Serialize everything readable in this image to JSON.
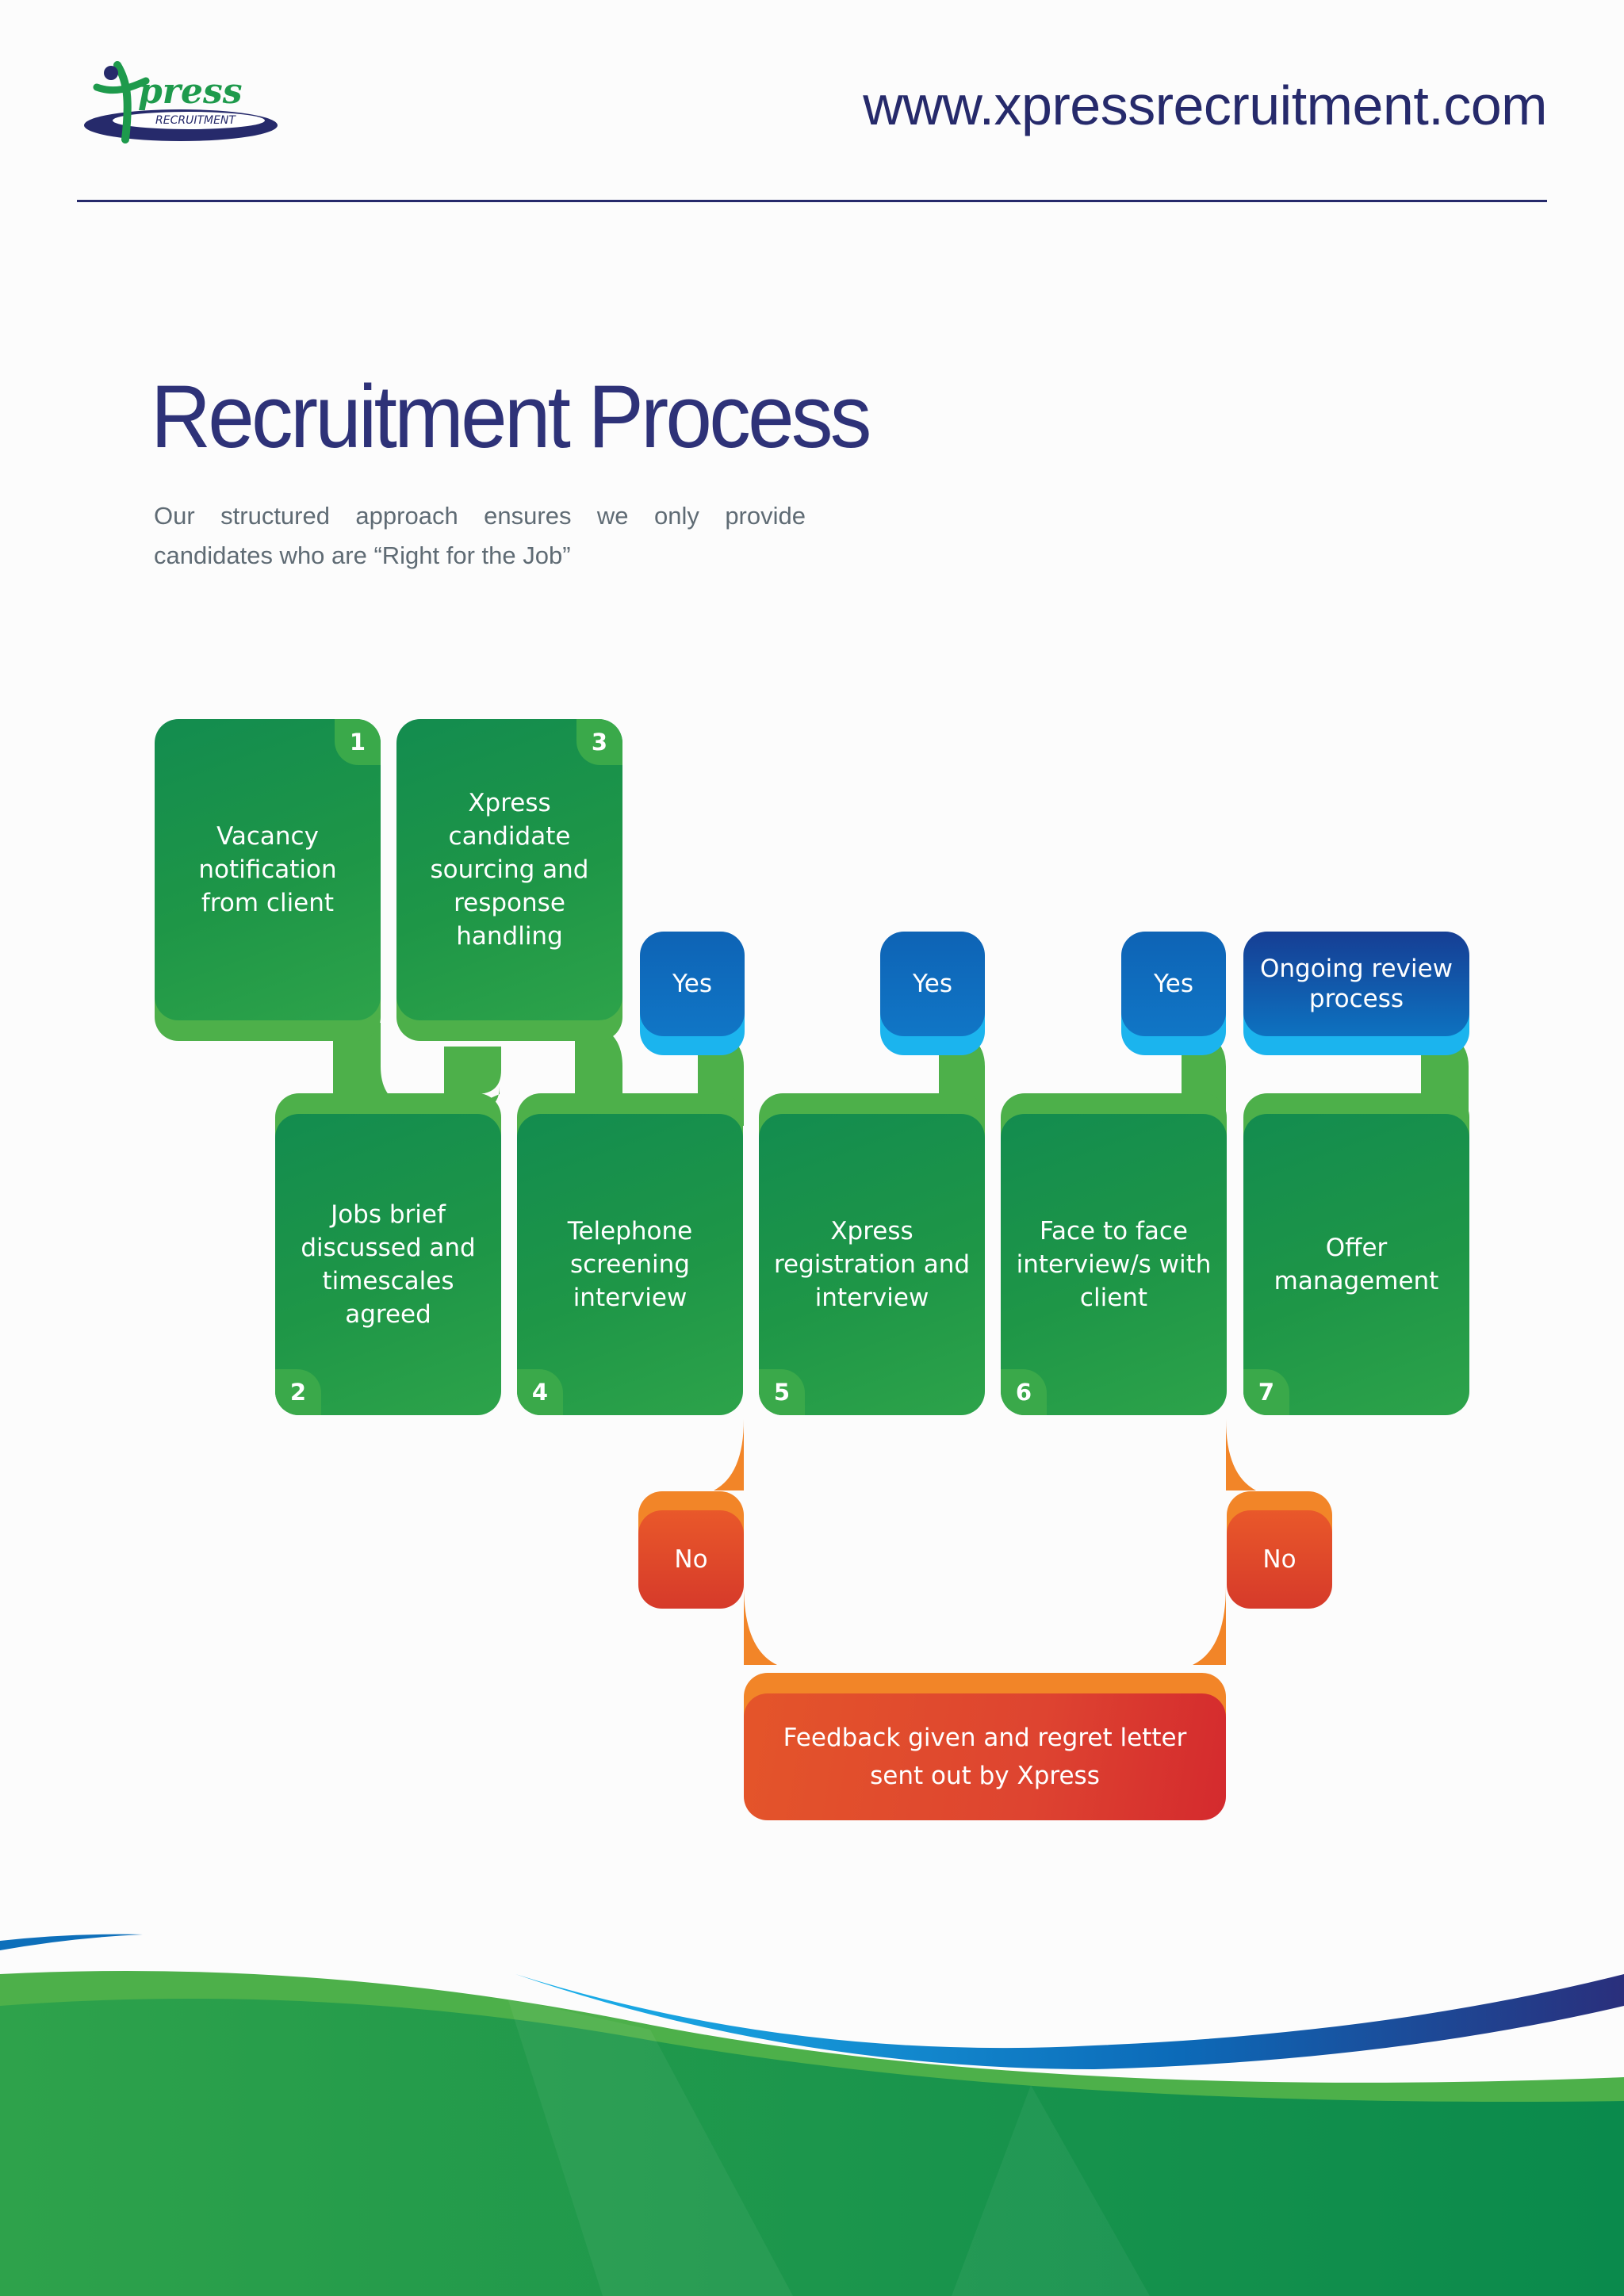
{
  "header": {
    "logo_text": "press",
    "logo_subtext": "RECRUITMENT",
    "website": "www.xpressrecruitment.com"
  },
  "title": "Recruitment Process",
  "intro": "Our structured approach ensures we only provide candidates who are “Right for the Job”",
  "steps": [
    {
      "num": "1",
      "label": "Vacancy notification from client"
    },
    {
      "num": "2",
      "label": "Jobs brief discussed and timescales agreed"
    },
    {
      "num": "3",
      "label": "Xpress candidate sourcing and response handling"
    },
    {
      "num": "4",
      "label": "Telephone screening interview"
    },
    {
      "num": "5",
      "label": "Xpress registration and interview"
    },
    {
      "num": "6",
      "label": "Face to face interview/s with client"
    },
    {
      "num": "7",
      "label": "Offer management"
    }
  ],
  "yes_label": "Yes",
  "no_label": "No",
  "review_label": "Ongoing review process",
  "feedback_label": "Feedback given and regret letter sent out by Xpress",
  "colors": {
    "navy": "#262a6b",
    "green_dark": "#138c4f",
    "green_light": "#4db04a",
    "blue": "#0e63b5",
    "cyan": "#1bb4ee",
    "red": "#d63a2a",
    "orange": "#f28528"
  }
}
